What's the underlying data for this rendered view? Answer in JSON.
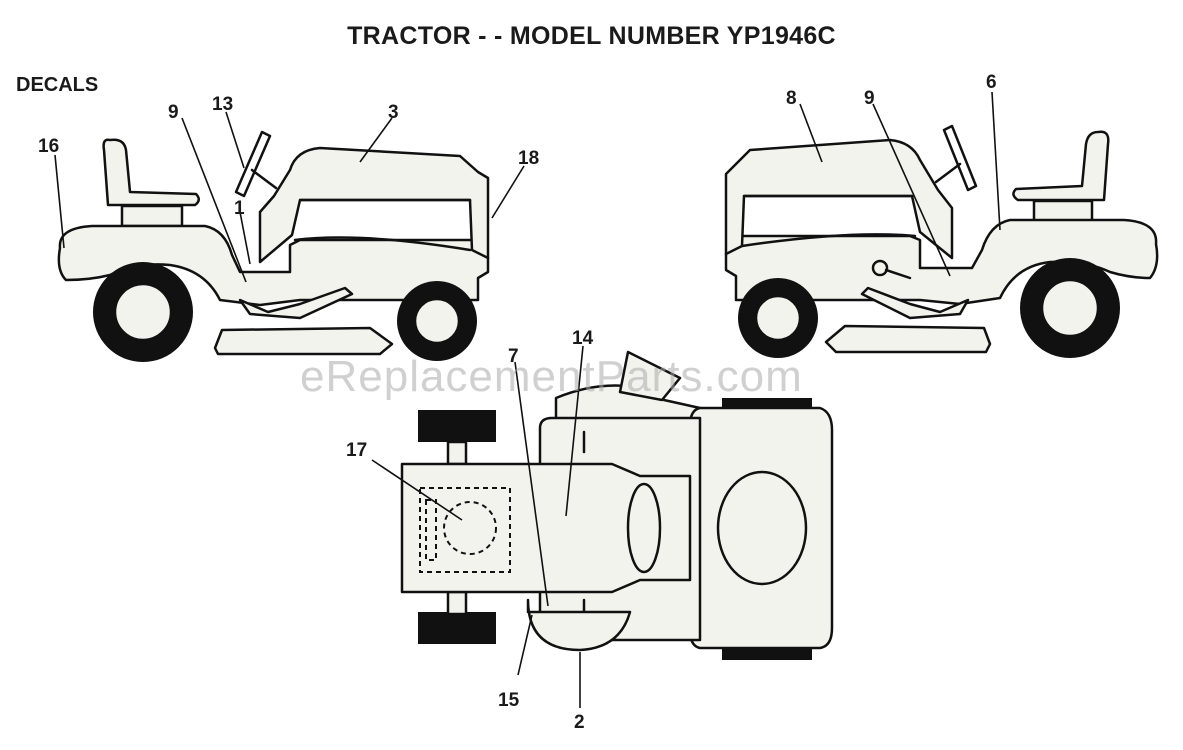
{
  "title": "TRACTOR - - MODEL NUMBER YP1946C",
  "section_label": "DECALS",
  "watermark": "eReplacementParts.com",
  "callouts": {
    "c1": "1",
    "c2": "2",
    "c3": "3",
    "c6": "6",
    "c7": "7",
    "c8": "8",
    "c9_left": "9",
    "c9_right": "9",
    "c13": "13",
    "c14": "14",
    "c15": "15",
    "c16": "16",
    "c17": "17",
    "c18": "18"
  }
}
